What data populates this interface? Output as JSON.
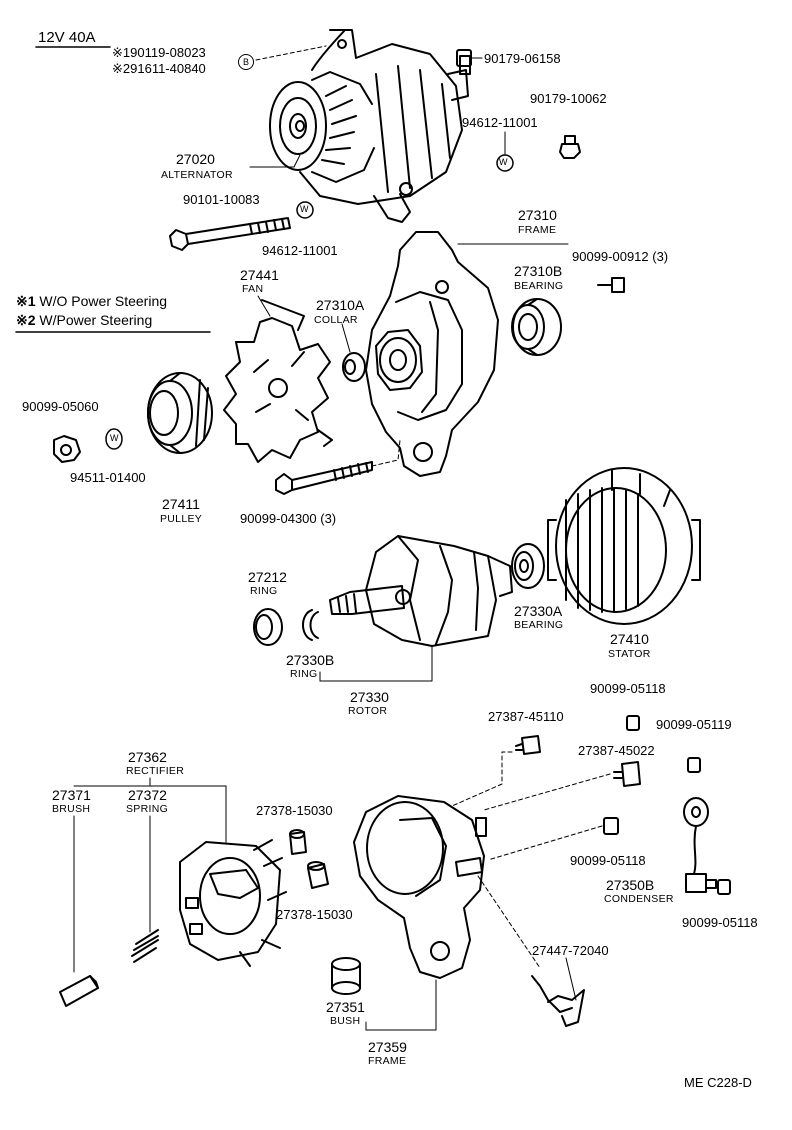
{
  "header": {
    "title": "12V 40A"
  },
  "notes": [
    {
      "mark": "※",
      "num": "1",
      "text": "W/O Power Steering"
    },
    {
      "mark": "※",
      "num": "2",
      "text": "W/Power Steering"
    }
  ],
  "top_codes": [
    {
      "mark": "※1",
      "code": "90119-08023"
    },
    {
      "mark": "※2",
      "code": "91611-40840"
    }
  ],
  "badges": {
    "b": "B",
    "w": "W"
  },
  "parts": {
    "p27020": {
      "num": "27020",
      "name": "ALTERNATOR"
    },
    "p90179a": {
      "num": "90179-06158"
    },
    "p90179b": {
      "num": "90179-10062"
    },
    "p94612a": {
      "num": "94612-11001"
    },
    "p90101": {
      "num": "90101-10083"
    },
    "p94612b": {
      "num": "94612-11001"
    },
    "p27310": {
      "num": "27310",
      "name": "FRAME"
    },
    "p90099_00912": {
      "num": "90099-00912 (3)"
    },
    "p27310B": {
      "num": "27310B",
      "name": "BEARING"
    },
    "p27441": {
      "num": "27441",
      "name": "FAN"
    },
    "p27310A": {
      "num": "27310A",
      "name": "COLLAR"
    },
    "p90099_05060": {
      "num": "90099-05060"
    },
    "p94511": {
      "num": "94511-01400"
    },
    "p27411": {
      "num": "27411",
      "name": "PULLEY"
    },
    "p90099_04300": {
      "num": "90099-04300 (3)"
    },
    "p27212": {
      "num": "27212",
      "name": "RING"
    },
    "p27330B": {
      "num": "27330B",
      "name": "RING"
    },
    "p27330": {
      "num": "27330",
      "name": "ROTOR"
    },
    "p27330A": {
      "num": "27330A",
      "name": "BEARING"
    },
    "p27410": {
      "num": "27410",
      "name": "STATOR"
    },
    "p90099_05118a": {
      "num": "90099-05118"
    },
    "p27387_45110": {
      "num": "27387-45110"
    },
    "p90099_05119": {
      "num": "90099-05119"
    },
    "p27387_45022": {
      "num": "27387-45022"
    },
    "p27362": {
      "num": "27362",
      "name": "RECTIFIER"
    },
    "p27371": {
      "num": "27371",
      "name": "BRUSH"
    },
    "p27372": {
      "num": "27372",
      "name": "SPRING"
    },
    "p27378a": {
      "num": "27378-15030"
    },
    "p27378b": {
      "num": "27378-15030"
    },
    "p90099_05118b": {
      "num": "90099-05118"
    },
    "p27350B": {
      "num": "27350B",
      "name": "CONDENSER"
    },
    "p90099_05118c": {
      "num": "90099-05118"
    },
    "p27447": {
      "num": "27447-72040"
    },
    "p27351": {
      "num": "27351",
      "name": "BUSH"
    },
    "p27359": {
      "num": "27359",
      "name": "FRAME"
    }
  },
  "footer": {
    "code": "ME  C228-D"
  }
}
